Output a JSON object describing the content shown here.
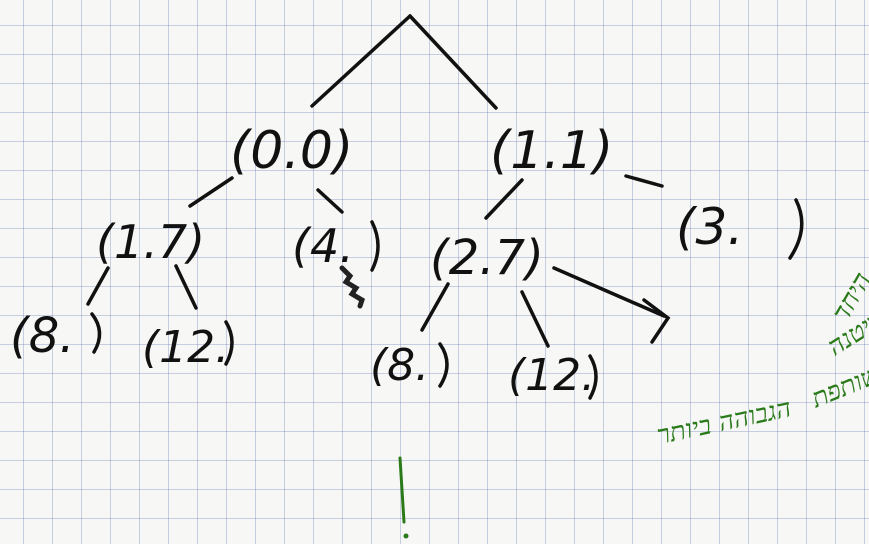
{
  "tree": {
    "nodes": [
      {
        "id": "n00",
        "label": "(0.0)"
      },
      {
        "id": "n11",
        "label": "(1.1)"
      },
      {
        "id": "n17",
        "label": "(1.7)"
      },
      {
        "id": "n4",
        "label": "(4."
      },
      {
        "id": "n27",
        "label": "(2.7)"
      },
      {
        "id": "n3",
        "label": "(3."
      },
      {
        "id": "n8a",
        "label": "(8."
      },
      {
        "id": "n12a",
        "label": "(12."
      },
      {
        "id": "n8b",
        "label": "(8."
      },
      {
        "id": "n12b",
        "label": "(12."
      }
    ]
  },
  "note": {
    "lines": [
      "היחד",
      "מהמריטנה",
      "המשותפת",
      "הגבוהה ביותר"
    ],
    "color": "#2a7a1a"
  },
  "colors": {
    "ink": "#111111",
    "grid": "#5a6eb4",
    "note": "#2a7a1a"
  }
}
